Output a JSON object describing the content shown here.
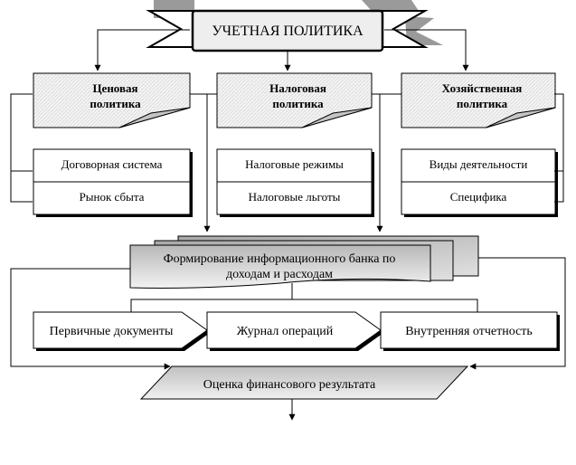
{
  "title": "УЧЕТНАЯ ПОЛИТИКА",
  "policies": [
    {
      "line1": "Ценовая",
      "line2": "политика",
      "items": [
        "Договорная система",
        "Рынок сбыта"
      ]
    },
    {
      "line1": "Налоговая",
      "line2": "политика",
      "items": [
        "Налоговые режимы",
        "Налоговые льготы"
      ]
    },
    {
      "line1": "Хозяйственная",
      "line2": "политика",
      "items": [
        "Виды деятельности",
        "Специфика"
      ]
    }
  ],
  "info_bank": {
    "line1": "Формирование информационного банка по",
    "line2": "доходам и расходам"
  },
  "steps": [
    "Первичные документы",
    "Журнал операций",
    "Внутренняя отчетность"
  ],
  "result": "Оценка финансового результата",
  "colors": {
    "stroke": "#000000",
    "fill_light": "#eeeeee",
    "fill_gray": "#c8c8c8",
    "ribbon": "#999999"
  }
}
